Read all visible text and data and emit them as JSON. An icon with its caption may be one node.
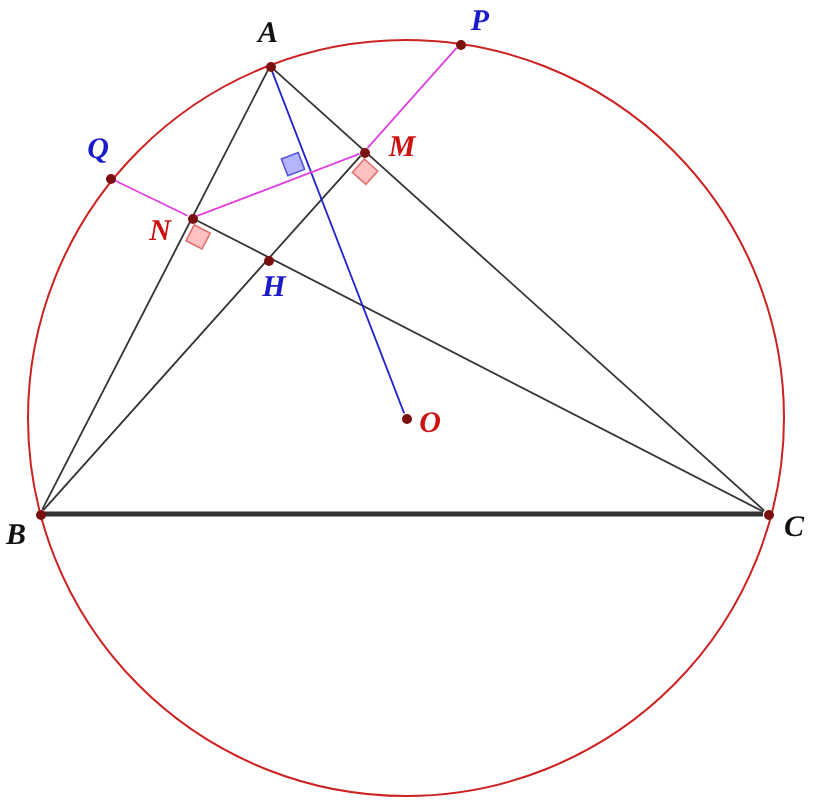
{
  "diagram": {
    "nodes": [
      {
        "text": [
          "A"
        ]
      },
      {
        "text": [
          "P"
        ]
      },
      {
        "text": [
          "Q"
        ]
      },
      {
        "text": [
          "M"
        ]
      },
      {
        "text": [
          "N"
        ]
      },
      {
        "text": [
          "H"
        ]
      },
      {
        "text": [
          "O"
        ]
      },
      {
        "text": [
          "B"
        ]
      },
      {
        "text": [
          "C"
        ]
      }
    ],
    "edges": [
      {
        "from": 0,
        "to": 7,
        "arrow": "none"
      },
      {
        "from": 0,
        "to": 8,
        "arrow": "none"
      },
      {
        "from": 7,
        "to": 8,
        "arrow": "none",
        "style": "thick"
      },
      {
        "from": 7,
        "to": 3,
        "arrow": "none"
      },
      {
        "from": 8,
        "to": 4,
        "arrow": "none"
      },
      {
        "from": 0,
        "to": 6,
        "arrow": "none",
        "color": "#2222cc"
      },
      {
        "from": 2,
        "to": 4,
        "arrow": "none",
        "color": "#e040e0"
      },
      {
        "from": 4,
        "to": 3,
        "arrow": "none",
        "color": "#e040e0"
      },
      {
        "from": 3,
        "to": 1,
        "arrow": "none",
        "color": "#e040e0"
      }
    ]
  }
}
